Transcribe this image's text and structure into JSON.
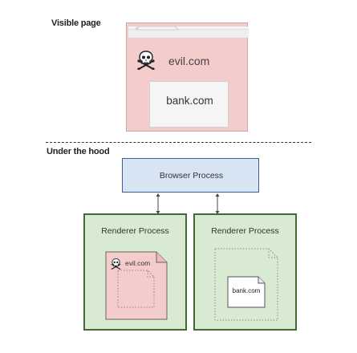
{
  "labels": {
    "visible_page": "Visible page",
    "under_the_hood": "Under the hood"
  },
  "visible_page": {
    "site": "evil.com",
    "iframe_site": "bank.com"
  },
  "processes": {
    "browser": "Browser Process",
    "renderer_left": {
      "title": "Renderer Process",
      "site": "evil.com"
    },
    "renderer_right": {
      "title": "Renderer Process",
      "site": "bank.com"
    }
  },
  "colors": {
    "evil_fill": "#f4cccc",
    "browser_fill": "#d6e4f3",
    "browser_border": "#3c5f9a",
    "renderer_fill": "#d9ead3",
    "renderer_border": "#3e6b31"
  }
}
